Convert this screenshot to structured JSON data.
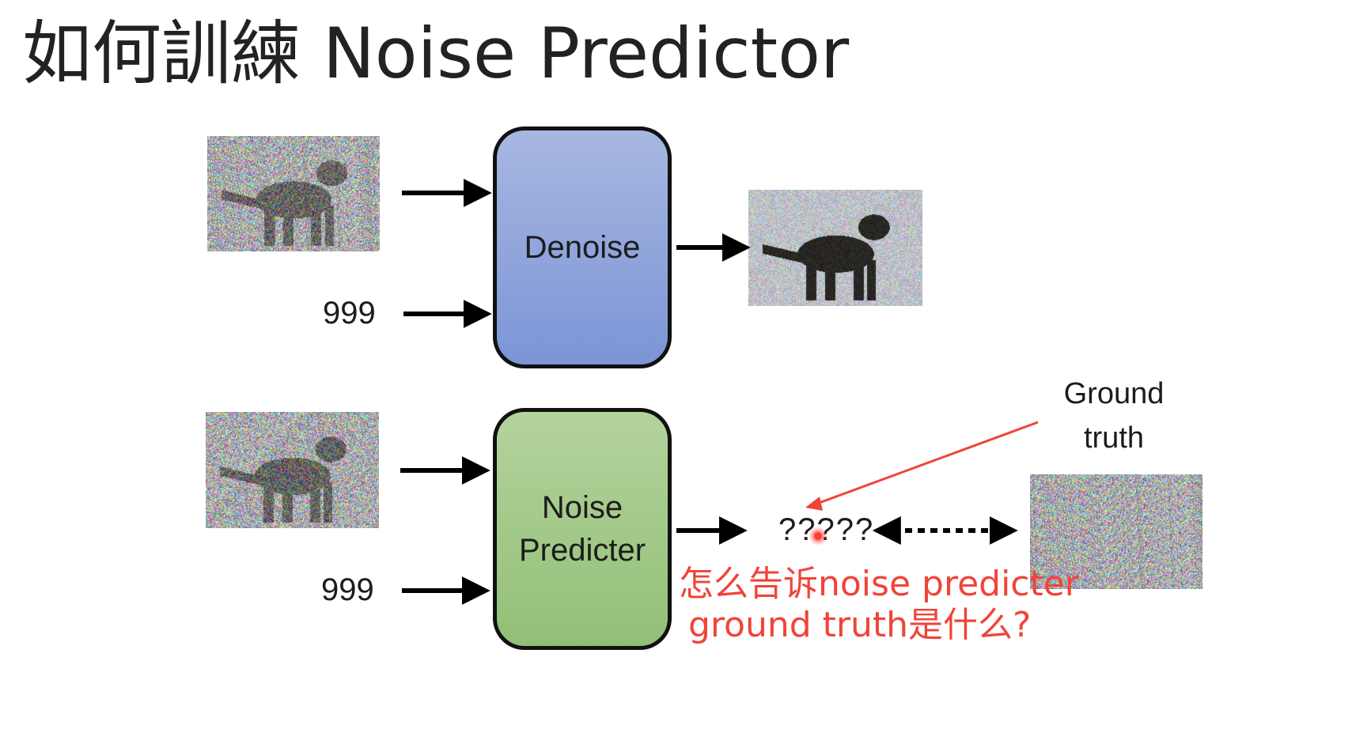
{
  "title": "如何訓練 Noise Predictor",
  "top_row": {
    "input_step": "999",
    "block_label": "Denoise"
  },
  "bottom_row": {
    "input_step": "999",
    "block_label_line1": "Noise",
    "block_label_line2": "Predicter",
    "output_placeholder": "?????",
    "ground_truth_line1": "Ground",
    "ground_truth_line2": "truth"
  },
  "annotation": {
    "line1": "怎么告诉noise predicter",
    "line2": "ground truth是什么?",
    "color": "#f04438"
  },
  "colors": {
    "denoise_block": "#8fa6dc",
    "predicter_block": "#a3c98a",
    "arrow": "#000000"
  }
}
